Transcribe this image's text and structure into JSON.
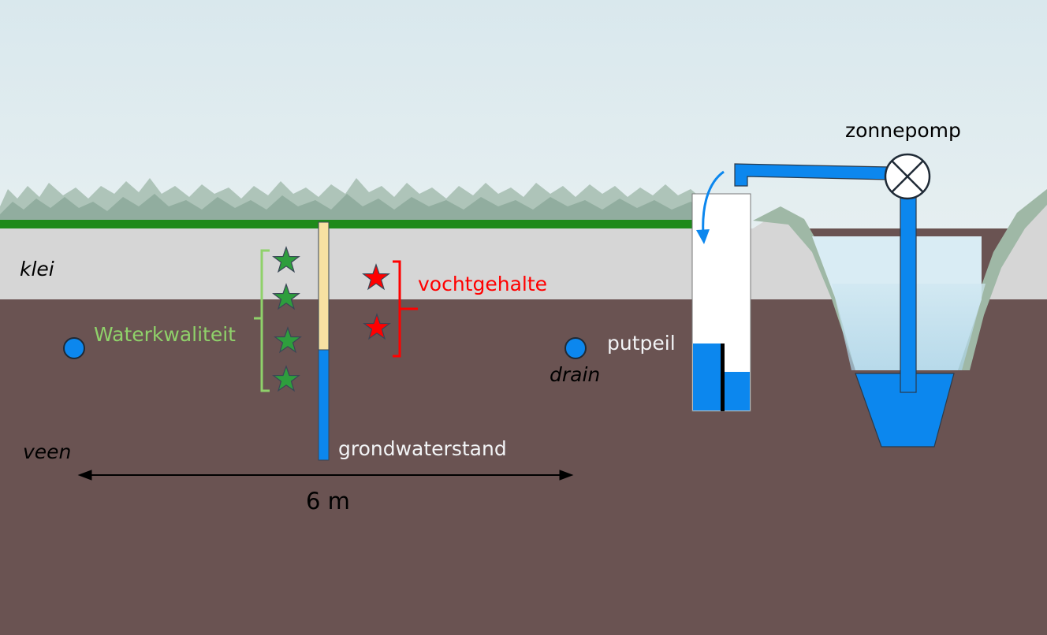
{
  "layers": {
    "clay": "klei",
    "peat": "veen"
  },
  "labels": {
    "water_quality": "Waterkwaliteit",
    "moisture": "vochtgehalte",
    "groundwater": "grondwaterstand",
    "drain": "drain",
    "well_level": "putpeil",
    "solar_pump": "zonnepomp",
    "distance": "6 m"
  },
  "colors": {
    "sky": "#dbe9ee",
    "grass": "#1e8a1a",
    "clay": "#d6d6d6",
    "peat": "#6a5352",
    "water": "#0c87ee",
    "filter": "#f7e1a2",
    "green_star": "#2e9e3d",
    "red_star": "#ff0000",
    "water_quality_text": "#8fd16a",
    "moisture_text": "#ff0000",
    "white_text": "#f2f4f6"
  },
  "icons": {
    "water_quality_sensor": "green-star-icon",
    "moisture_sensor": "red-star-icon",
    "drain_pipe": "blue-circle-icon",
    "pump": "circle-cross-icon"
  }
}
